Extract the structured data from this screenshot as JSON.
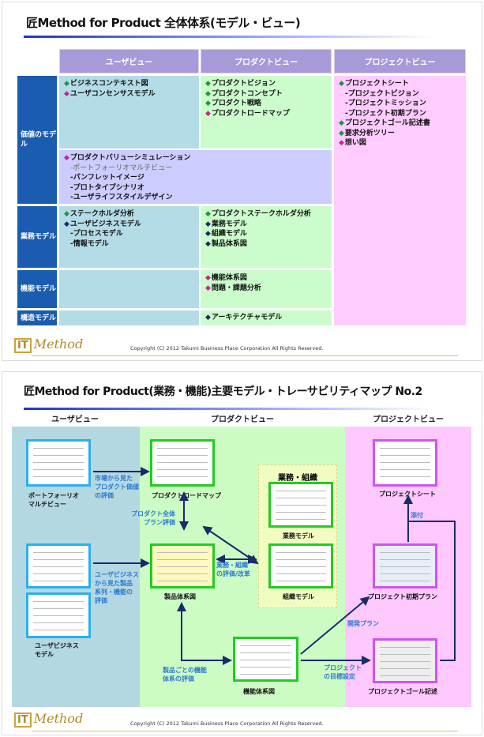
{
  "slide1": {
    "title": "匠Method for Product 全体体系(モデル・ビュー)",
    "headers": [
      "ユーザビュー",
      "プロダクトビュー",
      "プロジェクトビュー"
    ],
    "rows": [
      "価値のモデル",
      "業務モデル",
      "機能モデル",
      "構造モデル"
    ],
    "value_user": [
      {
        "t": "ビジネスコンテキスト図",
        "c": "g"
      },
      {
        "t": "ユーザコンセンサスモデル",
        "c": "m"
      }
    ],
    "value_product": [
      {
        "t": "プロダクトビジョン",
        "c": "g"
      },
      {
        "t": "プロダクトコンセプト",
        "c": "g"
      },
      {
        "t": "プロダクト戦略",
        "c": "g"
      },
      {
        "t": "プロダクトロードマップ",
        "c": "m"
      }
    ],
    "value_merged": {
      "main": "プロダクトバリューシミュレーション",
      "subs": [
        "ポートフォーリオマルチビュー",
        "パンフレットイメージ",
        "プロトタイプシナリオ",
        "ユーザライフスタイルデザイン"
      ]
    },
    "project": {
      "main": "プロジェクトシート",
      "subs": [
        "プロジェクトビジョン",
        "プロジェクトミッション",
        "プロジェクト初期プラン"
      ],
      "rest": [
        {
          "t": "プロジェクトゴール記述書",
          "c": "g"
        },
        {
          "t": "要求分析ツリー",
          "c": "g"
        },
        {
          "t": "想い図",
          "c": "m"
        }
      ]
    },
    "biz_user": {
      "items": [
        {
          "t": "ステークホルダ分析",
          "c": "g"
        },
        {
          "t": "ユーザビジネスモデル",
          "c": "n"
        }
      ],
      "subs": [
        "プロセスモデル",
        "情報モデル"
      ]
    },
    "biz_product": [
      {
        "t": "プロダクトステークホルダ分析",
        "c": "g"
      },
      {
        "t": "業務モデル",
        "c": "n"
      },
      {
        "t": "組織モデル",
        "c": "n"
      },
      {
        "t": "製品体系図",
        "c": "n"
      }
    ],
    "func_product": [
      {
        "t": "機能体系図",
        "c": "m"
      },
      {
        "t": "問題・課題分析",
        "c": "m"
      }
    ],
    "struct_product": [
      {
        "t": "アーキテクチャモデル",
        "c": "n"
      }
    ]
  },
  "slide2": {
    "title": "匠Method for Product(業務・機能)主要モデル・トレーサビリティマップ No.2",
    "headers": [
      "ユーザビュー",
      "プロダクトビュー",
      "プロジェクトビュー"
    ],
    "group_title": "業務・組織",
    "models": {
      "portfolio": "ポートフォーリオ\nマルチビュー",
      "roadmap": "プロダクトロードマップ",
      "biz_model": "業務モデル",
      "org_model": "組織モデル",
      "product_system": "製品体系図",
      "user_biz": "ユーザビジネス\nモデル",
      "function_system": "機能体系図",
      "project_sheet": "プロジェクトシート",
      "initial_plan": "プロジェクト初期プラン",
      "goal": "プロジェクトゴール記述"
    },
    "relations": {
      "market": "市場から見た\nプロダクト価値\nの評価",
      "plan_eval": "プロダクト全体\nプラン評価",
      "biz_eval": "業務・組織\nの評価/改革",
      "user_biz_eval": "ユーザビジネス\nから見た製品\n系列・機能の\n評価",
      "func_eval": "製品ごとの機能\n体系の評価",
      "dev_plan": "開発プラン",
      "goal_set": "プロジェクト\nの目標設定",
      "attach": "添付"
    }
  },
  "footer": {
    "logo": "IT Method",
    "copyright": "Copyright (C) 2012 Takumi Business Place Corporation All Rights Reserved."
  },
  "colors": {
    "user": "#b4dce6",
    "product": "#ccfccc",
    "project": "#ffccff",
    "merged": "#ccccff",
    "header": "#a89ad8",
    "rowlabel": "#1a5cb0",
    "arrow": "#1a2a6a",
    "relation_text": "#2a7ad0"
  }
}
